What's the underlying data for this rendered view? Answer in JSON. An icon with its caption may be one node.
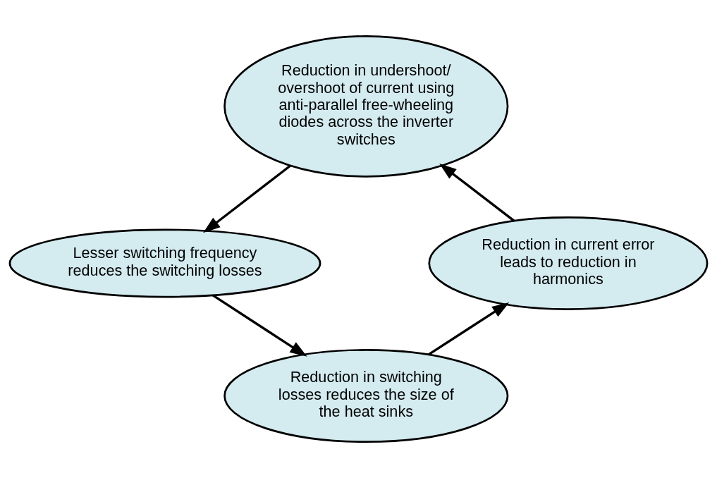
{
  "diagram": {
    "nodes": [
      {
        "text": [
          "Reduction in undershoot/ overshoot of current using anti-parallel free-wheeling diodes across the inverter switches"
        ]
      },
      {
        "text": [
          "Lesser switching frequency reduces the switching losses"
        ]
      },
      {
        "text": [
          "Reduction in switching losses reduces the size of the heat sinks"
        ]
      },
      {
        "text": [
          "Reduction in current error leads to reduction in harmonics"
        ]
      }
    ],
    "edges": [
      {
        "from": 0,
        "to": 1,
        "arrow": "to"
      },
      {
        "from": 1,
        "to": 2,
        "arrow": "to"
      },
      {
        "from": 2,
        "to": 3,
        "arrow": "to"
      },
      {
        "from": 3,
        "to": 0,
        "arrow": "to"
      }
    ]
  }
}
